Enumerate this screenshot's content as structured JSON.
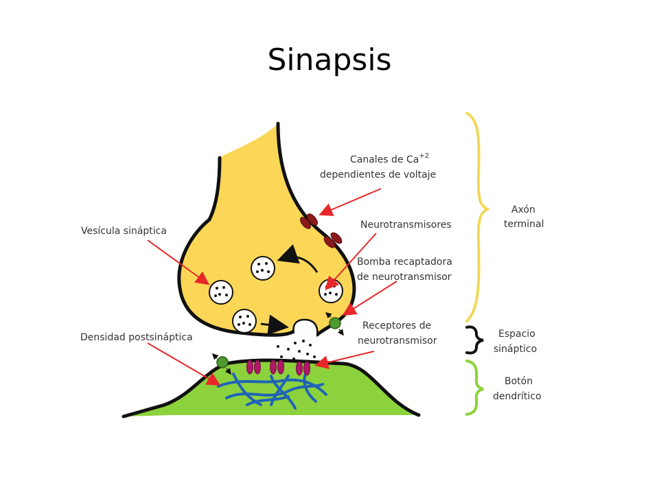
{
  "title": "Sinapsis",
  "colors": {
    "axon_fill": "#FCD757",
    "dendrite_fill": "#8CD23C",
    "outline": "#111111",
    "arrow": "#E8272A",
    "ca_channel": "#8B1A1A",
    "receptor": "#B01868",
    "pump": "#4E9A2E",
    "filament": "#1F63B8",
    "brace_axon": "#F2D85A",
    "brace_space": "#111111",
    "brace_dendrite": "#8CD23C"
  },
  "labels": {
    "ca_line1": "Canales de Ca",
    "ca_sup": "+2",
    "ca_line2": "dependientes de voltaje",
    "vesicula": "Vesícula sináptica",
    "neurotransmisores": "Neurotransmisores",
    "bomba_line1": "Bomba recaptadora",
    "bomba_line2": "de neurotransmisor",
    "receptores_line1": "Receptores de",
    "receptores_line2": "neurotransmisor",
    "densidad": "Densidad postsináptica"
  },
  "regions": {
    "axon_line1": "Axón",
    "axon_line2": "terminal",
    "espacio_line1": "Espacio",
    "espacio_line2": "sináptico",
    "boton_line1": "Botón",
    "boton_line2": "dendrítico"
  }
}
